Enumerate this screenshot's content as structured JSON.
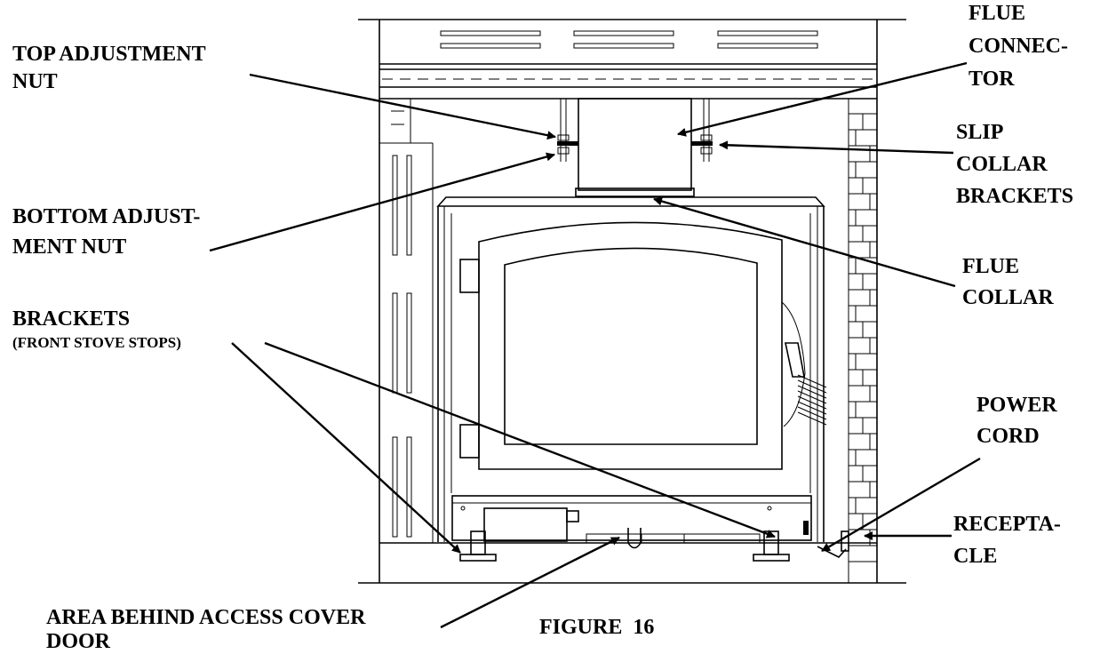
{
  "labels": {
    "top_adjustment_nut": [
      "TOP ADJUSTMENT",
      "NUT"
    ],
    "bottom_adjustment_nut": [
      "BOTTOM ADJUST-",
      "MENT NUT"
    ],
    "brackets": "BRACKETS",
    "brackets_sub": "(FRONT STOVE STOPS)",
    "area_behind_access": [
      "AREA BEHIND ACCESS COVER",
      "DOOR"
    ],
    "flue_connector": [
      "FLUE",
      "CONNEC-",
      "TOR"
    ],
    "slip_collar_brackets": [
      "SLIP",
      "COLLAR",
      "BRACKETS"
    ],
    "flue_collar": [
      "FLUE",
      "COLLAR"
    ],
    "power_cord": [
      "POWER",
      "CORD"
    ],
    "receptacle": [
      "RECEPTA-",
      "CLE"
    ],
    "figure_caption": "FIGURE  16"
  }
}
